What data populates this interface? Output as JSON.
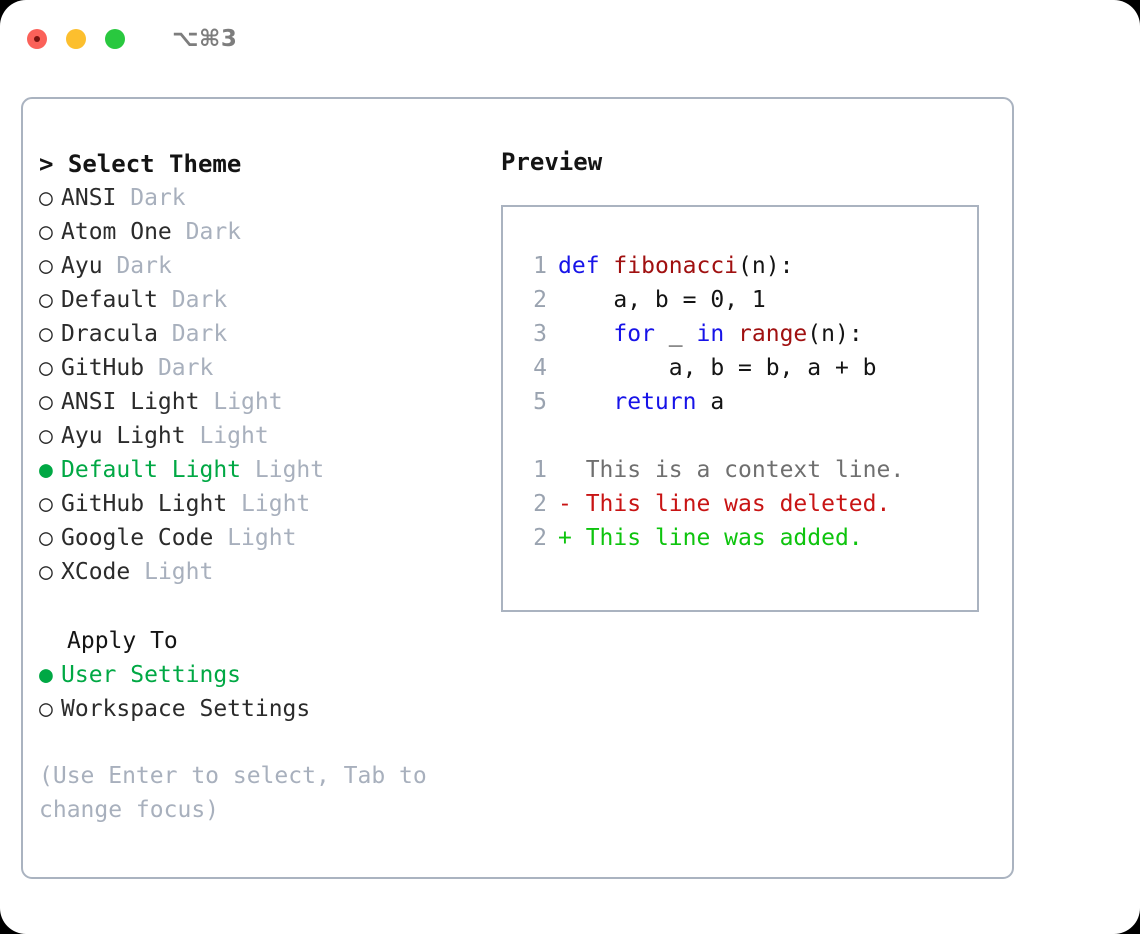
{
  "titlebar": {
    "shortcut": "⌥⌘3",
    "buttons": [
      {
        "name": "close",
        "color": "#fb6159"
      },
      {
        "name": "minimize",
        "color": "#fcbf2e"
      },
      {
        "name": "zoom",
        "color": "#29c83f"
      }
    ]
  },
  "theme_list": {
    "header": "> Select Theme",
    "marker_unselected": "○",
    "marker_selected": "●",
    "items": [
      {
        "name": "ANSI",
        "variant": "Dark",
        "selected": false
      },
      {
        "name": "Atom One",
        "variant": "Dark",
        "selected": false
      },
      {
        "name": "Ayu",
        "variant": "Dark",
        "selected": false
      },
      {
        "name": "Default",
        "variant": "Dark",
        "selected": false
      },
      {
        "name": "Dracula",
        "variant": "Dark",
        "selected": false
      },
      {
        "name": "GitHub",
        "variant": "Dark",
        "selected": false
      },
      {
        "name": "ANSI Light",
        "variant": "Light",
        "selected": false
      },
      {
        "name": "Ayu Light",
        "variant": "Light",
        "selected": false
      },
      {
        "name": "Default Light",
        "variant": "Light",
        "selected": true
      },
      {
        "name": "GitHub Light",
        "variant": "Light",
        "selected": false
      },
      {
        "name": "Google Code",
        "variant": "Light",
        "selected": false
      },
      {
        "name": "XCode",
        "variant": "Light",
        "selected": false
      }
    ]
  },
  "apply_to": {
    "title": "Apply To",
    "options": [
      {
        "label": "User Settings",
        "selected": true
      },
      {
        "label": "Workspace Settings",
        "selected": false
      }
    ]
  },
  "hint": "(Use Enter to select, Tab to change focus)",
  "preview": {
    "title": "Preview",
    "code_lines": [
      {
        "num": "1",
        "tokens": [
          {
            "t": "def",
            "c": "kw"
          },
          {
            "t": " ",
            "c": "plain"
          },
          {
            "t": "fibonacci",
            "c": "fn"
          },
          {
            "t": "(n):",
            "c": "plain"
          }
        ]
      },
      {
        "num": "2",
        "tokens": [
          {
            "t": "    a, b = 0, 1",
            "c": "plain"
          }
        ]
      },
      {
        "num": "3",
        "tokens": [
          {
            "t": "    ",
            "c": "plain"
          },
          {
            "t": "for",
            "c": "kw"
          },
          {
            "t": " _ ",
            "c": "plain"
          },
          {
            "t": "in",
            "c": "kw"
          },
          {
            "t": " ",
            "c": "plain"
          },
          {
            "t": "range",
            "c": "fn"
          },
          {
            "t": "(n):",
            "c": "plain"
          }
        ]
      },
      {
        "num": "4",
        "tokens": [
          {
            "t": "        a, b = b, a + b",
            "c": "plain"
          }
        ]
      },
      {
        "num": "5",
        "tokens": [
          {
            "t": "    ",
            "c": "plain"
          },
          {
            "t": "return",
            "c": "kw"
          },
          {
            "t": " a",
            "c": "plain"
          }
        ]
      }
    ],
    "diff_lines": [
      {
        "num": "1",
        "marker": " ",
        "text": " This is a context line.",
        "kind": "ctx"
      },
      {
        "num": "2",
        "marker": "-",
        "text": " This line was deleted.",
        "kind": "del"
      },
      {
        "num": "2",
        "marker": "+",
        "text": " This line was added.",
        "kind": "add"
      }
    ]
  },
  "colors": {
    "accent_green": "#00a844",
    "muted": "#a8b0bd",
    "border": "#aab3c0",
    "keyword": "#1713e8",
    "function": "#a01010",
    "diff_added": "#0ec40e",
    "diff_deleted": "#c81414",
    "diff_context": "#6f6f6f"
  }
}
